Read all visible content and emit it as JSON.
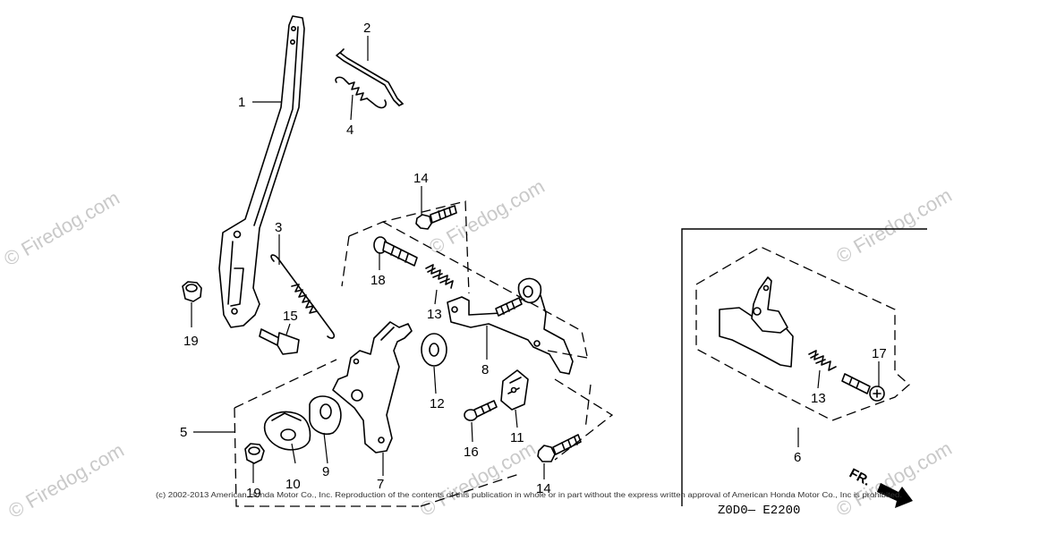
{
  "watermark": {
    "text": "© Firedog.com",
    "color": "#c9c9c9"
  },
  "callouts": [
    "1",
    "2",
    "3",
    "4",
    "5",
    "6",
    "7",
    "8",
    "9",
    "10",
    "11",
    "12",
    "13",
    "13",
    "14",
    "14",
    "15",
    "16",
    "17",
    "18",
    "19",
    "19"
  ],
  "copyright": "(c) 2002-2013 American Honda Motor Co., Inc. Reproduction of the contents of this publication in whole or in part without the express written approval of American Honda Motor Co., Inc is prohibited.",
  "diagram_code": "Z0D0— E2200",
  "direction_label": "FR."
}
